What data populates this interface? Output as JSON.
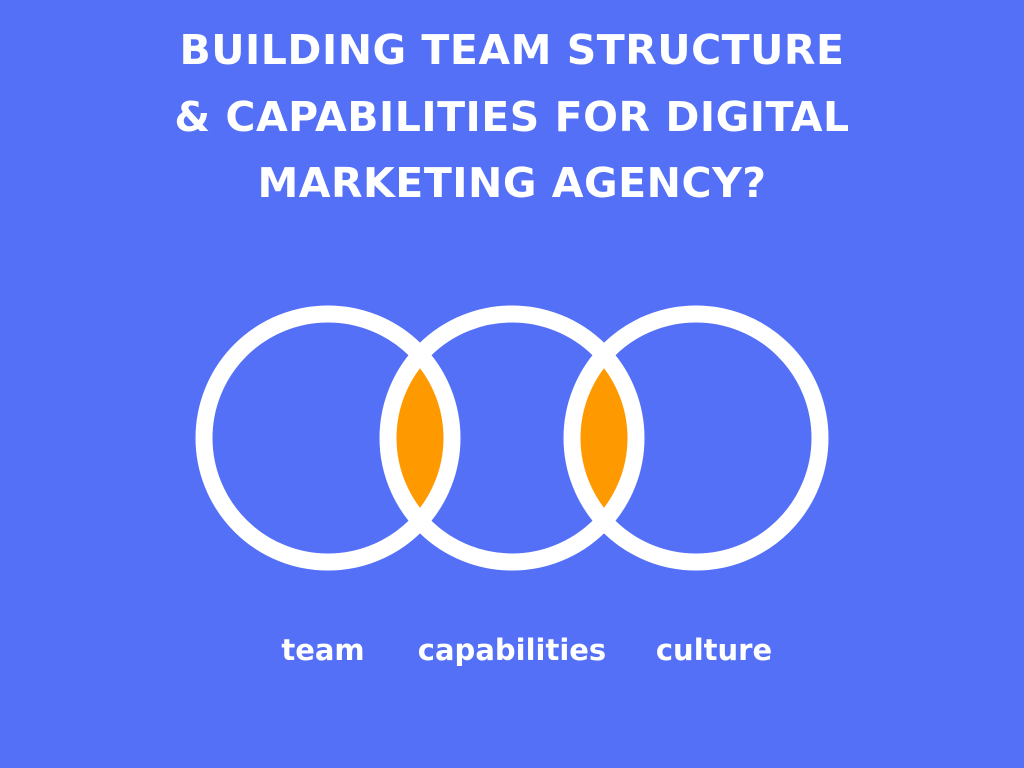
{
  "colors": {
    "background": "#5470F7",
    "ring": "#FFFFFF",
    "overlap": "#FF9900"
  },
  "title_lines": [
    "BUILDING TEAM STRUCTURE",
    "& CAPABILITIES FOR DIGITAL",
    "MARKETING AGENCY?"
  ],
  "circles": [
    {
      "label": "team"
    },
    {
      "label": "capabilities"
    },
    {
      "label": "culture"
    }
  ]
}
